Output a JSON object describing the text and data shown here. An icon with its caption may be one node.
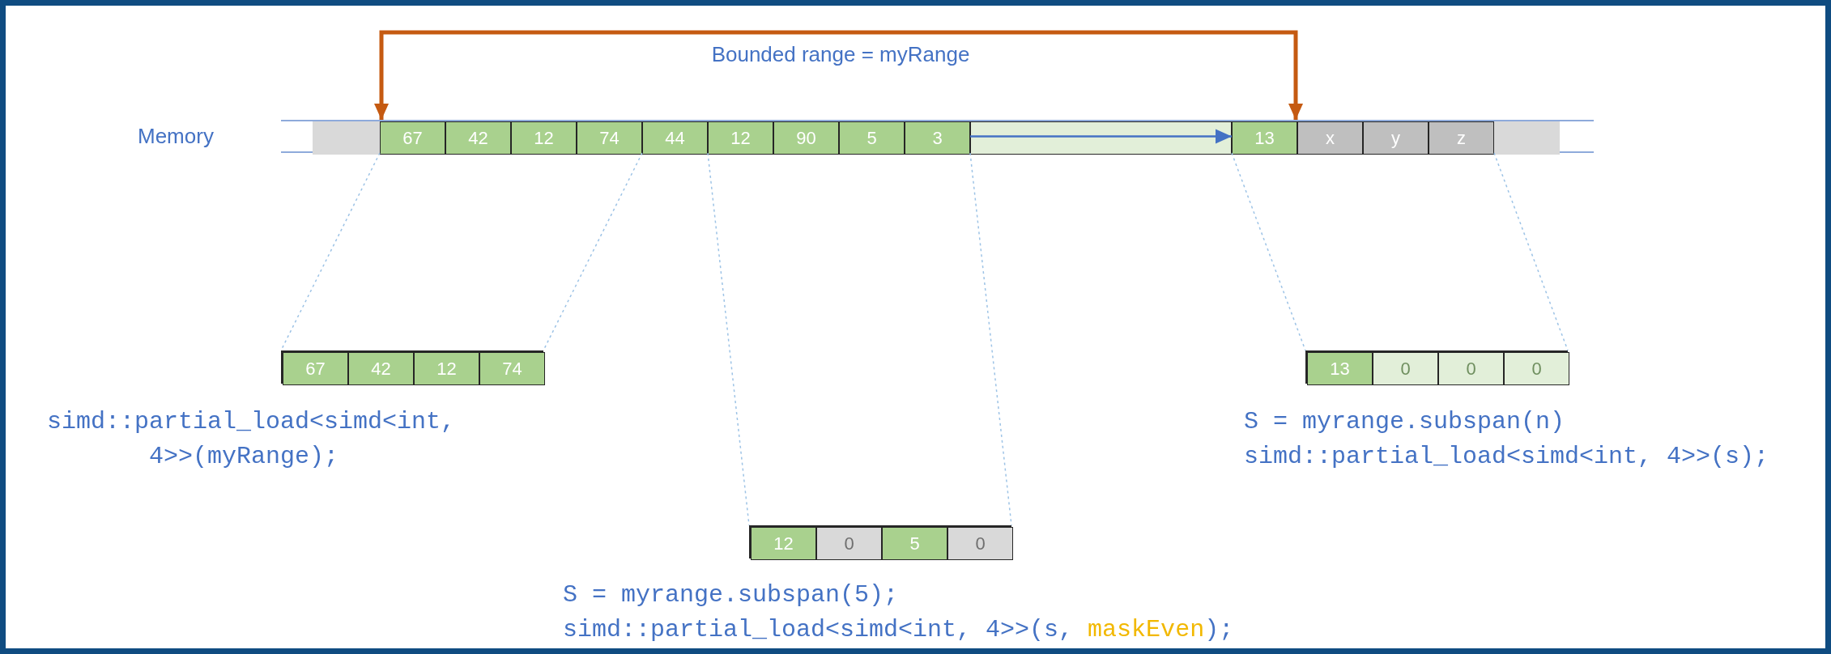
{
  "diagram": {
    "nodes": [
      {
        "text": [],
        "shape": "bar",
        "beside": [
          "Memory"
        ]
      },
      {
        "text": [],
        "shape": "box",
        "in": 0
      },
      {
        "text": [
          "67"
        ],
        "in": 0
      },
      {
        "text": [
          "42"
        ],
        "in": 0
      },
      {
        "text": [
          "12"
        ],
        "in": 0
      },
      {
        "text": [
          "74"
        ],
        "in": 0
      },
      {
        "text": [
          "44"
        ],
        "in": 0
      },
      {
        "text": [
          "12"
        ],
        "in": 0
      },
      {
        "text": [
          "90"
        ],
        "in": 0
      },
      {
        "text": [
          "5"
        ],
        "in": 0
      },
      {
        "text": [
          "3"
        ],
        "in": 0
      },
      {
        "text": [],
        "shape": "box",
        "in": 0
      },
      {
        "text": [
          "13"
        ],
        "in": 0
      },
      {
        "text": [
          "x"
        ],
        "in": 0
      },
      {
        "text": [
          "y"
        ],
        "in": 0
      },
      {
        "text": [
          "z"
        ],
        "in": 0
      },
      {
        "text": [],
        "shape": "box",
        "in": 0
      },
      {
        "text": [],
        "shape": "box",
        "beside": [
          "simd::partial_load<simd<int, 4>>(myRange);"
        ]
      },
      {
        "text": [
          "67"
        ],
        "in": 17
      },
      {
        "text": [
          "42"
        ],
        "in": 17
      },
      {
        "text": [
          "12"
        ],
        "in": 17
      },
      {
        "text": [
          "74"
        ],
        "in": 17
      },
      {
        "text": [],
        "shape": "box",
        "beside": [
          "S = myrange.subspan(5);",
          "simd::partial_load<simd<int, 4>>(s, **maskEven**);"
        ]
      },
      {
        "text": [
          "12"
        ],
        "in": 22
      },
      {
        "text": [
          "0"
        ],
        "in": 22
      },
      {
        "text": [
          "5"
        ],
        "in": 22
      },
      {
        "text": [
          "0"
        ],
        "in": 22
      },
      {
        "text": [],
        "shape": "box",
        "beside": [
          "S = myrange.subspan(n)",
          "simd::partial_load<simd<int, 4>>(s);"
        ]
      },
      {
        "text": [
          "13"
        ],
        "in": 27
      },
      {
        "text": [
          "0"
        ],
        "in": 27
      },
      {
        "text": [
          "0"
        ],
        "in": 27
      },
      {
        "text": [
          "0"
        ],
        "in": 27
      }
    ],
    "edges": [
      {
        "from": 2,
        "to": 12,
        "arrow": "both",
        "label": "Bounded range = myRange",
        "style": "thick",
        "color": "#c55a11"
      },
      {
        "from": 11,
        "to": 12,
        "arrow": "to",
        "color": "#4472c4"
      },
      {
        "from": 2,
        "to": 17,
        "arrow": "none",
        "style": "dashed"
      },
      {
        "from": 5,
        "to": 17,
        "arrow": "none",
        "style": "dashed"
      },
      {
        "from": 7,
        "to": 22,
        "arrow": "none",
        "style": "dashed"
      },
      {
        "from": 10,
        "to": 22,
        "arrow": "none",
        "style": "dashed"
      },
      {
        "from": 12,
        "to": 27,
        "arrow": "none",
        "style": "dashed"
      },
      {
        "from": 15,
        "to": 27,
        "arrow": "none",
        "style": "dashed"
      }
    ]
  }
}
